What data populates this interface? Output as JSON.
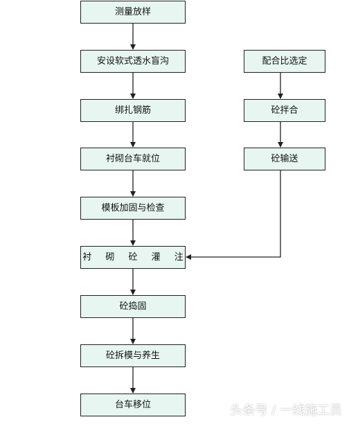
{
  "main_steps": [
    "测量放样",
    "安设软式透水盲沟",
    "绑扎钢筋",
    "衬砌台车就位",
    "模板加固与检查",
    "衬 砌 砼 灌 注",
    "砼捣固",
    "砼拆模与养生",
    "台车移位"
  ],
  "side_steps": [
    "配合比选定",
    "砼拌合",
    "砼输送"
  ],
  "watermark": "头条号 / 一线施工员",
  "colors": {
    "node_fill": "#e8f6f2",
    "line": "#202020"
  }
}
